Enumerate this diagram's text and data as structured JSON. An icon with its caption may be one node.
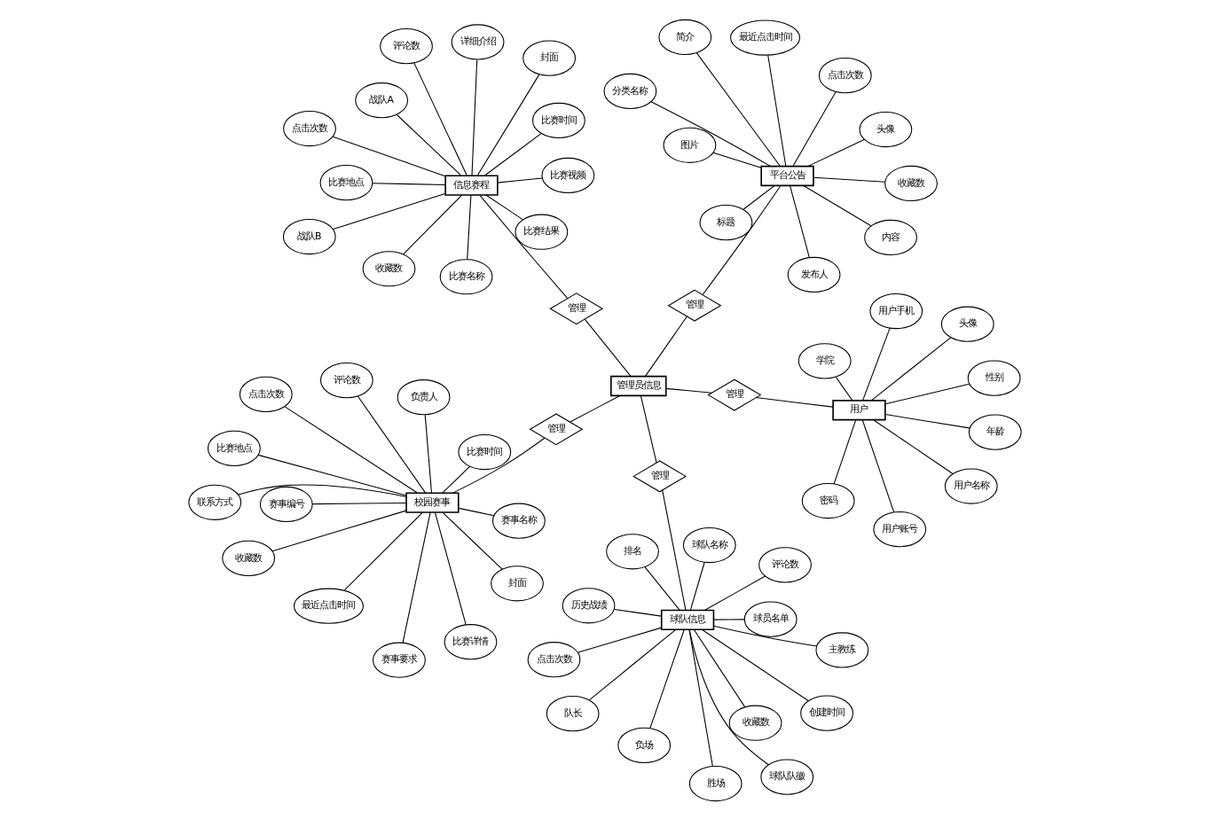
{
  "diagram": {
    "nodes": [
      {
        "text": [
          "管理员信息"
        ]
      },
      {
        "text": [
          "管理"
        ]
      },
      {
        "text": [
          "球队信息"
        ]
      },
      {
        "text": [
          "排名"
        ]
      },
      {
        "text": [
          "球员名单"
        ]
      },
      {
        "text": [
          "历史战绩"
        ]
      },
      {
        "text": [
          "队长"
        ]
      },
      {
        "text": [
          "创建时间"
        ]
      },
      {
        "text": [
          "负场"
        ]
      },
      {
        "text": [
          "球队队徽"
        ]
      },
      {
        "text": [
          "胜场"
        ]
      },
      {
        "text": [
          "点击次数"
        ]
      },
      {
        "text": [
          "主教练"
        ]
      },
      {
        "text": [
          "评论数"
        ]
      },
      {
        "text": [
          "球队名称"
        ]
      },
      {
        "text": [
          "收藏数"
        ]
      },
      {
        "text": [
          "管理"
        ]
      },
      {
        "text": [
          "平台公告"
        ]
      },
      {
        "text": [
          "分类名称"
        ]
      },
      {
        "text": [
          "简介"
        ]
      },
      {
        "text": [
          "发布人"
        ]
      },
      {
        "text": [
          "标题"
        ]
      },
      {
        "text": [
          "头像"
        ]
      },
      {
        "text": [
          "点击次数"
        ]
      },
      {
        "text": [
          "最近点击时间"
        ]
      },
      {
        "text": [
          "内容"
        ]
      },
      {
        "text": [
          "收藏数"
        ]
      },
      {
        "text": [
          "图片"
        ]
      },
      {
        "text": [
          "管理"
        ]
      },
      {
        "text": [
          "校园赛事"
        ]
      },
      {
        "text": [
          "比赛时间"
        ]
      },
      {
        "text": [
          "封面"
        ]
      },
      {
        "text": [
          "赛事要求"
        ]
      },
      {
        "text": [
          "比赛地点"
        ]
      },
      {
        "text": [
          "赛事名称"
        ]
      },
      {
        "text": [
          "比赛详情"
        ]
      },
      {
        "text": [
          "赛事编号"
        ]
      },
      {
        "text": [
          "负责人"
        ]
      },
      {
        "text": [
          "联系方式"
        ]
      },
      {
        "text": [
          "收藏数"
        ]
      },
      {
        "text": [
          "评论数"
        ]
      },
      {
        "text": [
          "点击次数"
        ]
      },
      {
        "text": [
          "最近点击时间"
        ]
      },
      {
        "text": [
          "管理"
        ]
      },
      {
        "text": [
          "用户"
        ]
      },
      {
        "text": [
          "密码"
        ]
      },
      {
        "text": [
          "用户名称"
        ]
      },
      {
        "text": [
          "用户账号"
        ]
      },
      {
        "text": [
          "性别"
        ]
      },
      {
        "text": [
          "年龄"
        ]
      },
      {
        "text": [
          "学院"
        ]
      },
      {
        "text": [
          "头像"
        ]
      },
      {
        "text": [
          "用户手机"
        ]
      },
      {
        "text": [
          "管理"
        ]
      },
      {
        "text": [
          "信息赛程"
        ]
      },
      {
        "text": [
          "比赛名称"
        ]
      },
      {
        "text": [
          "收藏数"
        ]
      },
      {
        "text": [
          "评论数"
        ]
      },
      {
        "text": [
          "比赛时间"
        ]
      },
      {
        "text": [
          "点击次数"
        ]
      },
      {
        "text": [
          "战队A"
        ]
      },
      {
        "text": [
          "详细介绍"
        ]
      },
      {
        "text": [
          "战队B"
        ]
      },
      {
        "text": [
          "封面"
        ]
      },
      {
        "text": [
          "比赛视频"
        ]
      },
      {
        "text": [
          "比赛地点"
        ]
      },
      {
        "text": [
          "比赛结果"
        ]
      }
    ],
    "edges": [
      {
        "from": 0,
        "to": 1,
        "arrow": "none"
      },
      {
        "from": 1,
        "to": 2,
        "arrow": "none"
      },
      {
        "from": 2,
        "to": 3,
        "arrow": "none"
      },
      {
        "from": 2,
        "to": 4,
        "arrow": "none"
      },
      {
        "from": 2,
        "to": 5,
        "arrow": "none"
      },
      {
        "from": 2,
        "to": 6,
        "arrow": "none"
      },
      {
        "from": 2,
        "to": 7,
        "arrow": "none"
      },
      {
        "from": 2,
        "to": 8,
        "arrow": "none"
      },
      {
        "from": 2,
        "to": 9,
        "arrow": "none"
      },
      {
        "from": 2,
        "to": 10,
        "arrow": "none"
      },
      {
        "from": 2,
        "to": 11,
        "arrow": "none"
      },
      {
        "from": 2,
        "to": 12,
        "arrow": "none"
      },
      {
        "from": 2,
        "to": 13,
        "arrow": "none"
      },
      {
        "from": 2,
        "to": 14,
        "arrow": "none"
      },
      {
        "from": 2,
        "to": 15,
        "arrow": "none"
      },
      {
        "from": 0,
        "to": 16,
        "arrow": "none"
      },
      {
        "from": 16,
        "to": 17,
        "arrow": "none"
      },
      {
        "from": 17,
        "to": 18,
        "arrow": "none"
      },
      {
        "from": 17,
        "to": 19,
        "arrow": "none"
      },
      {
        "from": 17,
        "to": 20,
        "arrow": "none"
      },
      {
        "from": 17,
        "to": 21,
        "arrow": "none"
      },
      {
        "from": 17,
        "to": 22,
        "arrow": "none"
      },
      {
        "from": 17,
        "to": 23,
        "arrow": "none"
      },
      {
        "from": 17,
        "to": 24,
        "arrow": "none"
      },
      {
        "from": 17,
        "to": 25,
        "arrow": "none"
      },
      {
        "from": 17,
        "to": 26,
        "arrow": "none"
      },
      {
        "from": 17,
        "to": 27,
        "arrow": "none"
      },
      {
        "from": 0,
        "to": 28,
        "arrow": "none"
      },
      {
        "from": 28,
        "to": 29,
        "arrow": "none"
      },
      {
        "from": 29,
        "to": 30,
        "arrow": "none"
      },
      {
        "from": 29,
        "to": 31,
        "arrow": "none"
      },
      {
        "from": 29,
        "to": 32,
        "arrow": "none"
      },
      {
        "from": 29,
        "to": 33,
        "arrow": "none"
      },
      {
        "from": 29,
        "to": 34,
        "arrow": "none"
      },
      {
        "from": 29,
        "to": 35,
        "arrow": "none"
      },
      {
        "from": 29,
        "to": 36,
        "arrow": "none"
      },
      {
        "from": 29,
        "to": 37,
        "arrow": "none"
      },
      {
        "from": 29,
        "to": 38,
        "arrow": "none"
      },
      {
        "from": 29,
        "to": 39,
        "arrow": "none"
      },
      {
        "from": 29,
        "to": 40,
        "arrow": "none"
      },
      {
        "from": 29,
        "to": 41,
        "arrow": "none"
      },
      {
        "from": 29,
        "to": 42,
        "arrow": "none"
      },
      {
        "from": 0,
        "to": 43,
        "arrow": "none"
      },
      {
        "from": 43,
        "to": 44,
        "arrow": "none"
      },
      {
        "from": 44,
        "to": 45,
        "arrow": "none"
      },
      {
        "from": 44,
        "to": 46,
        "arrow": "none"
      },
      {
        "from": 44,
        "to": 47,
        "arrow": "none"
      },
      {
        "from": 44,
        "to": 48,
        "arrow": "none"
      },
      {
        "from": 44,
        "to": 49,
        "arrow": "none"
      },
      {
        "from": 44,
        "to": 50,
        "arrow": "none"
      },
      {
        "from": 44,
        "to": 51,
        "arrow": "none"
      },
      {
        "from": 44,
        "to": 52,
        "arrow": "none"
      },
      {
        "from": 0,
        "to": 53,
        "arrow": "none"
      },
      {
        "from": 53,
        "to": 54,
        "arrow": "none"
      },
      {
        "from": 54,
        "to": 55,
        "arrow": "none"
      },
      {
        "from": 54,
        "to": 56,
        "arrow": "none"
      },
      {
        "from": 54,
        "to": 57,
        "arrow": "none"
      },
      {
        "from": 54,
        "to": 58,
        "arrow": "none"
      },
      {
        "from": 54,
        "to": 59,
        "arrow": "none"
      },
      {
        "from": 54,
        "to": 60,
        "arrow": "none"
      },
      {
        "from": 54,
        "to": 61,
        "arrow": "none"
      },
      {
        "from": 54,
        "to": 62,
        "arrow": "none"
      },
      {
        "from": 54,
        "to": 63,
        "arrow": "none"
      },
      {
        "from": 54,
        "to": 64,
        "arrow": "none"
      },
      {
        "from": 54,
        "to": 65,
        "arrow": "none"
      },
      {
        "from": 54,
        "to": 66,
        "arrow": "none"
      }
    ]
  }
}
